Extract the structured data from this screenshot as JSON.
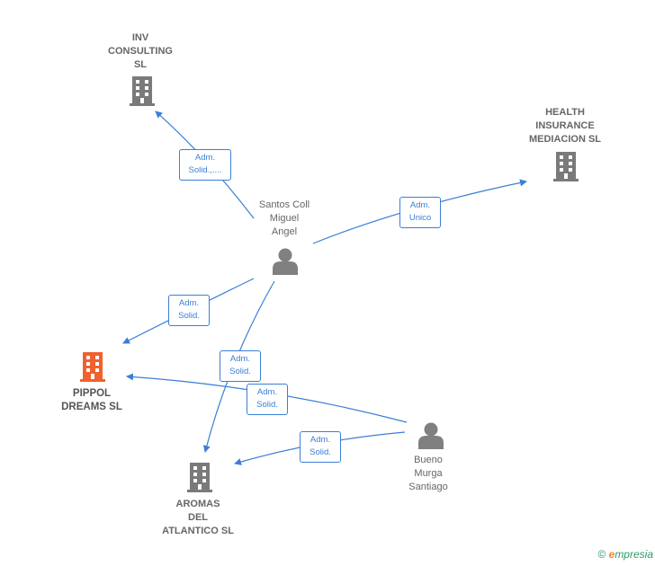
{
  "colors": {
    "edge": "#3a7fd5",
    "company": "#7a7a7a",
    "main_company": "#f0612e",
    "person": "#808080"
  },
  "nodes": {
    "inv": {
      "label": "INV\nCONSULTING\nSL",
      "icon": "building-icon"
    },
    "health": {
      "label": "HEALTH\nINSURANCE\nMEDIACION  SL",
      "icon": "building-icon"
    },
    "pippol": {
      "label": "PIPPOL\nDREAMS  SL",
      "icon": "building-icon"
    },
    "aromas": {
      "label": "AROMAS\nDEL\nATLANTICO SL",
      "icon": "building-icon"
    },
    "santos": {
      "label": "Santos Coll\nMiguel\nAngel",
      "icon": "person-icon"
    },
    "bueno": {
      "label": "Bueno\nMurga\nSantiago",
      "icon": "person-icon"
    }
  },
  "edges": [
    {
      "label": "Adm.\nSolid.,...."
    },
    {
      "label": "Adm.\nUnico"
    },
    {
      "label": "Adm.\nSolid."
    },
    {
      "label": "Adm.\nSolid."
    },
    {
      "label": "Adm.\nSolid."
    },
    {
      "label": "Adm.\nSolid."
    }
  ],
  "footer": {
    "copyright": "©",
    "brand_first": "e",
    "brand_rest": "mpresia"
  }
}
